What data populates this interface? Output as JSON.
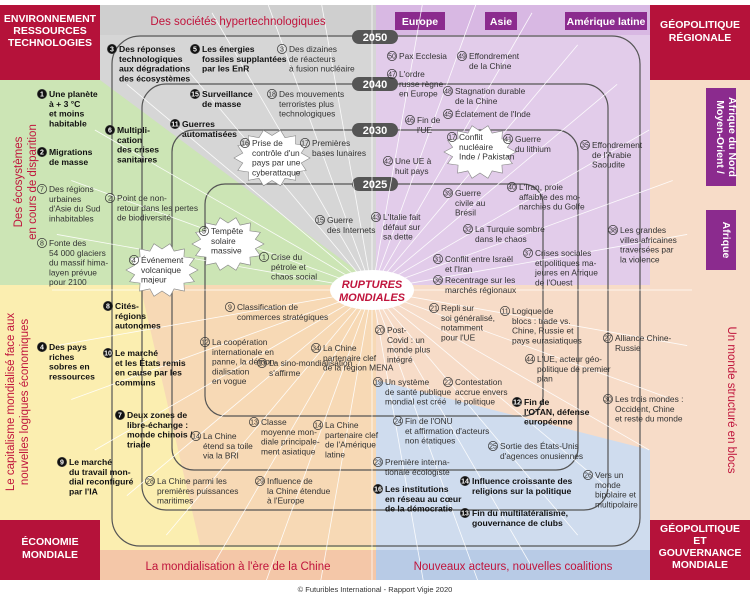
{
  "corners": {
    "tl": [
      "ENVIRONNEMENT",
      "RESSOURCES",
      "TECHNOLOGIES"
    ],
    "tr": [
      "GÉOPOLITIQUE",
      "RÉGIONALE"
    ],
    "bl": [
      "ÉCONOMIE",
      "MONDIALE"
    ],
    "br": [
      "GÉOPOLITIQUE",
      "ET",
      "GOUVERNANCE",
      "MONDIALE"
    ]
  },
  "bands": {
    "top": "Des sociétés hypertechnologiques",
    "bottom_left": "La mondialisation à l'ère de la Chine",
    "bottom_right": "Nouveaux acteurs, nouvelles coalitions",
    "left_top": [
      "Des écosystèmes",
      "en cours de disparition"
    ],
    "left_bottom": [
      "Le capitalisme mondialisé face aux",
      "nouvelles logiques économiques"
    ],
    "right": "Un monde structuré en blocs"
  },
  "regions": {
    "europe": "Europe",
    "asie": "Asie",
    "amerique": "Amérique latine",
    "moyen_orient": [
      "Moyen-Orient /",
      "Afrique du Nord"
    ],
    "afrique": "Afrique"
  },
  "years": [
    "2050",
    "2040",
    "2030",
    "2025"
  ],
  "center": [
    "RUPTURES",
    "MONDIALES"
  ],
  "footer": "© Futuribles International - Rapport Vigie 2020",
  "items": [
    {
      "n": "1",
      "lines": [
        "Une planète",
        "à + 3 °C",
        "et moins",
        "habitable"
      ],
      "bold": true
    },
    {
      "n": "2",
      "lines": [
        "Migrations",
        "de masse"
      ],
      "bold": true
    },
    {
      "n": "7",
      "lines": [
        "Des régions",
        "urbaines",
        "d'Asie du Sud",
        "inhabitables"
      ],
      "bold": false
    },
    {
      "n": "8",
      "lines": [
        "Fonte des",
        "54 000 glaciers",
        "du massif hima-",
        "layen prévue",
        "pour 2100"
      ],
      "bold": false
    },
    {
      "n": "3",
      "lines": [
        "Des réponses",
        "technologiques",
        "aux dégradations",
        "des écosystèmes"
      ],
      "bold": true
    },
    {
      "n": "5",
      "lines": [
        "Les énergies",
        "fossiles supplantées",
        "par les EnR"
      ],
      "bold": true
    },
    {
      "n": "3",
      "lines": [
        "Des dizaines",
        "de réacteurs",
        "à fusion nucléaire"
      ],
      "bold": false
    },
    {
      "n": "15",
      "lines": [
        "Surveillance",
        "de masse"
      ],
      "bold": true
    },
    {
      "n": "18",
      "lines": [
        "Des mouvements",
        "terroristes plus",
        "technologiques"
      ],
      "bold": false
    },
    {
      "n": "11",
      "lines": [
        "Guerres",
        "automatisées"
      ],
      "bold": true
    },
    {
      "n": "6",
      "lines": [
        "Multipli-",
        "cation",
        "des crises",
        "sanitaires"
      ],
      "bold": true
    },
    {
      "n": "16",
      "lines": [
        "Prise de",
        "contrôle d'un",
        "pays par une",
        "cyberattaque"
      ],
      "bold": false
    },
    {
      "n": "17",
      "lines": [
        "Premières",
        "bases lunaires"
      ],
      "bold": false
    },
    {
      "n": "2",
      "lines": [
        "Point de non-",
        "retour dans les pertes",
        "de biodiversité"
      ],
      "bold": false
    },
    {
      "n": "5",
      "lines": [
        "Tempête",
        "solaire",
        "massive"
      ],
      "bold": false
    },
    {
      "n": "15",
      "lines": [
        "Guerre",
        "des Internets"
      ],
      "bold": false
    },
    {
      "n": "4",
      "lines": [
        "Événement",
        "volcanique",
        "majeur"
      ],
      "bold": false
    },
    {
      "n": "1",
      "lines": [
        "Crise du",
        "pétrole et",
        "chaos social"
      ],
      "bold": false
    },
    {
      "n": "50",
      "lines": [
        "Pax Ecclesia"
      ],
      "bold": false
    },
    {
      "n": "49",
      "lines": [
        "Effondrement",
        "de la Chine"
      ],
      "bold": false
    },
    {
      "n": "47",
      "lines": [
        "L'ordre",
        "russe règne",
        "en Europe"
      ],
      "bold": false
    },
    {
      "n": "48",
      "lines": [
        "Stagnation durable",
        "de la Chine"
      ],
      "bold": false
    },
    {
      "n": "46",
      "lines": [
        "Fin de",
        "l'UE"
      ],
      "bold": false
    },
    {
      "n": "45",
      "lines": [
        "Éclatement de l'Inde"
      ],
      "bold": false
    },
    {
      "n": "17",
      "lines": [
        "Conflit",
        "nucléaire",
        "Inde / Pakistan"
      ],
      "bold": false
    },
    {
      "n": "41",
      "lines": [
        "Guerre",
        "du lithium"
      ],
      "bold": false
    },
    {
      "n": "35",
      "lines": [
        "Effondrement",
        "de l'Arabie",
        "Saoudite"
      ],
      "bold": false
    },
    {
      "n": "42",
      "lines": [
        "Une UE à",
        "huit pays"
      ],
      "bold": false
    },
    {
      "n": "40",
      "lines": [
        "L'Iran, proie",
        "affaiblie des mo-",
        "narchies du Golfe"
      ],
      "bold": false
    },
    {
      "n": "39",
      "lines": [
        "Guerre",
        "civile au",
        "Brésil"
      ],
      "bold": false
    },
    {
      "n": "43",
      "lines": [
        "L'Italie fait",
        "défaut sur",
        "sa dette"
      ],
      "bold": false
    },
    {
      "n": "32",
      "lines": [
        "La Turquie sombre",
        "dans le chaos"
      ],
      "bold": false
    },
    {
      "n": "38",
      "lines": [
        "Les grandes",
        "villes africaines",
        "traversées par",
        "la violence"
      ],
      "bold": false
    },
    {
      "n": "31",
      "lines": [
        "Conflit entre Israël",
        "et l'Iran"
      ],
      "bold": false
    },
    {
      "n": "37",
      "lines": [
        "Crises sociales",
        "et politiques ma-",
        "jeures en Afrique",
        "de l'Ouest"
      ],
      "bold": false
    },
    {
      "n": "36",
      "lines": [
        "Recentrage sur les",
        "marchés régionaux"
      ],
      "bold": false
    },
    {
      "n": "8",
      "lines": [
        "Cités-",
        "régions",
        "autonomes"
      ],
      "bold": true
    },
    {
      "n": "9",
      "lines": [
        "Classification de",
        "commerces stratégiques"
      ],
      "bold": false
    },
    {
      "n": "21",
      "lines": [
        "Repli sur",
        "soi généralisé,",
        "notamment",
        "pour l'UE"
      ],
      "bold": false
    },
    {
      "n": "11",
      "lines": [
        "Logique de",
        "blocs : trade vs.",
        "Chine, Russie et",
        "pays eurasiatiques"
      ],
      "bold": false
    },
    {
      "n": "4",
      "lines": [
        "Des pays",
        "riches",
        "sobres en",
        "ressources"
      ],
      "bold": true
    },
    {
      "n": "10",
      "lines": [
        "Le marché",
        "et les États remis",
        "en cause par les",
        "communs"
      ],
      "bold": true
    },
    {
      "n": "12",
      "lines": [
        "La coopération",
        "internationale en",
        "panne, la démon-",
        "dialisation",
        "en vogue"
      ],
      "bold": false
    },
    {
      "n": "34",
      "lines": [
        "La Chine",
        "partenaire clef",
        "de la région MENA"
      ],
      "bold": false
    },
    {
      "n": "20",
      "lines": [
        "Post-",
        "Covid : un",
        "monde plus",
        "intégré"
      ],
      "bold": false
    },
    {
      "n": "27",
      "lines": [
        "Alliance Chine-",
        "Russie"
      ],
      "bold": false
    },
    {
      "n": "44",
      "lines": [
        "L'UE, acteur géo-",
        "politique de premier",
        "plan"
      ],
      "bold": false
    },
    {
      "n": "13",
      "lines": [
        "La sino-mondialisation",
        "s'affirme"
      ],
      "bold": false
    },
    {
      "n": "19",
      "lines": [
        "Un système",
        "de santé publique",
        "mondial est créé"
      ],
      "bold": false
    },
    {
      "n": "22",
      "lines": [
        "Contestation",
        "accrue envers",
        "le politique"
      ],
      "bold": false
    },
    {
      "n": "12",
      "lines": [
        "Fin de",
        "l'OTAN, défense",
        "européenne"
      ],
      "bold": true
    },
    {
      "n": "30",
      "lines": [
        "Les trois mondes :",
        "Occident, Chine",
        "et reste du monde"
      ],
      "bold": false
    },
    {
      "n": "7",
      "lines": [
        "Deux zones de",
        "libre-échange :",
        "monde chinois /",
        "triade"
      ],
      "bold": true
    },
    {
      "n": "13",
      "lines": [
        "Classe",
        "moyenne mon-",
        "diale principale-",
        "ment asiatique"
      ],
      "bold": false
    },
    {
      "n": "14",
      "lines": [
        "La Chine",
        "partenaire clef",
        "de l'Amérique",
        "latine"
      ],
      "bold": false
    },
    {
      "n": "24",
      "lines": [
        "Fin de l'ONU",
        "et affirmation d'acteurs",
        "non étatiques"
      ],
      "bold": false
    },
    {
      "n": "14",
      "lines": [
        "La Chine",
        "étend sa toile",
        "via la BRI"
      ],
      "bold": false
    },
    {
      "n": "25",
      "lines": [
        "Sortie des États-Unis",
        "d'agences onusiennes"
      ],
      "bold": false
    },
    {
      "n": "9",
      "lines": [
        "Le marché",
        "du travail mon-",
        "dial reconfiguré",
        "par l'IA"
      ],
      "bold": true
    },
    {
      "n": "23",
      "lines": [
        "Première interna-",
        "tionale écologiste"
      ],
      "bold": false
    },
    {
      "n": "28",
      "lines": [
        "La Chine parmi les",
        "premières puissances",
        "maritimes"
      ],
      "bold": false
    },
    {
      "n": "29",
      "lines": [
        "Influence de",
        "la Chine étendue",
        "à l'Europe"
      ],
      "bold": false
    },
    {
      "n": "16",
      "lines": [
        "Les institutions",
        "en réseau au cœur",
        "de la démocratie"
      ],
      "bold": true
    },
    {
      "n": "14",
      "lines": [
        "Influence croissante des",
        "religions sur la politique"
      ],
      "bold": true
    },
    {
      "n": "26",
      "lines": [
        "Vers un",
        "monde",
        "bipolaire et",
        "multipolaire"
      ],
      "bold": false
    },
    {
      "n": "13",
      "lines": [
        "Fin du multilatéralisme,",
        "gouvernance de clubs"
      ],
      "bold": true
    }
  ]
}
